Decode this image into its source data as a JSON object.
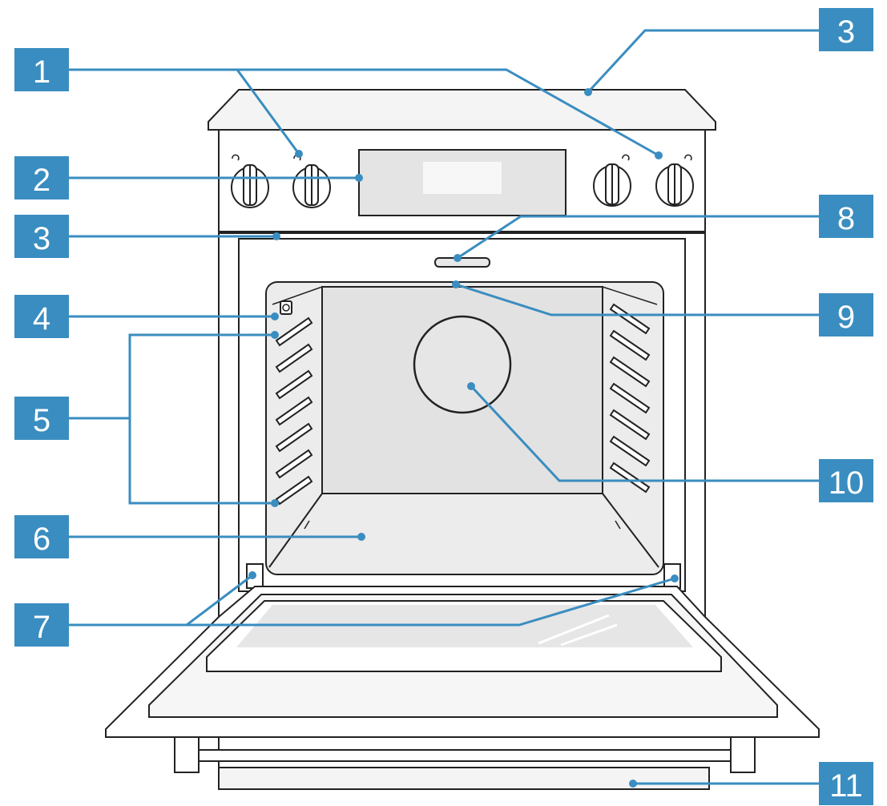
{
  "colors": {
    "callout": "#3a8dc0",
    "callout_text": "#ffffff",
    "outline": "#222222",
    "cavity": "#ececec",
    "panel": "#e6e6e6"
  },
  "callouts": [
    {
      "id": "c1",
      "text": "1"
    },
    {
      "id": "c2",
      "text": "2"
    },
    {
      "id": "c3a",
      "text": "3"
    },
    {
      "id": "c3b",
      "text": "3"
    },
    {
      "id": "c4",
      "text": "4"
    },
    {
      "id": "c5",
      "text": "5"
    },
    {
      "id": "c6",
      "text": "6"
    },
    {
      "id": "c7",
      "text": "7"
    },
    {
      "id": "c8",
      "text": "8"
    },
    {
      "id": "c9",
      "text": "9"
    },
    {
      "id": "c10",
      "text": "10"
    },
    {
      "id": "c11",
      "text": "11"
    }
  ],
  "icons": {
    "knob": "control-knob-icon",
    "lamp": "oven-lamp-icon",
    "fan": "fan-cover-icon"
  }
}
